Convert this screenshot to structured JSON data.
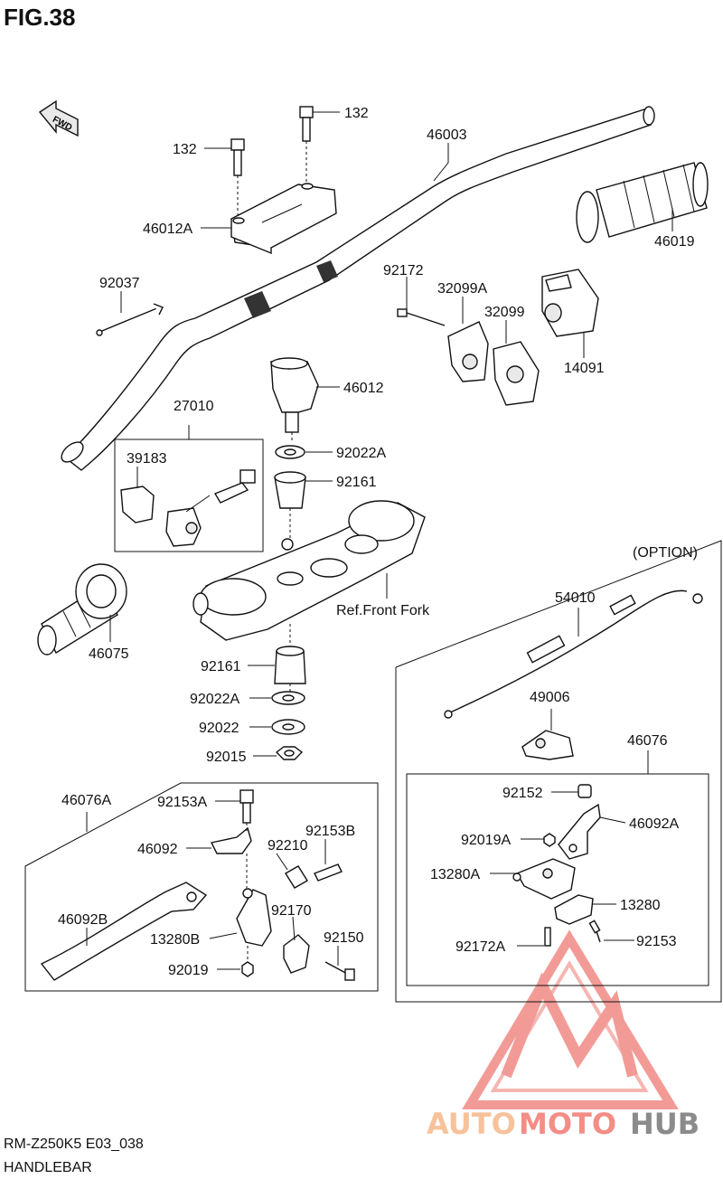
{
  "figure": {
    "title": "FIG.38"
  },
  "footer": {
    "model_code": "RM-Z250K5 E03_038",
    "section": "HANDLEBAR"
  },
  "direction": {
    "label": "FWD"
  },
  "labels": {
    "p132a": "132",
    "p132b": "132",
    "p46003": "46003",
    "p46012A": "46012A",
    "p46019": "46019",
    "p92037": "92037",
    "p92172": "92172",
    "p32099A": "32099A",
    "p32099": "32099",
    "p14091": "14091",
    "p46012": "46012",
    "p27010": "27010",
    "p39183": "39183",
    "p92022A_top": "92022A",
    "p92161_top": "92161",
    "p46075": "46075",
    "ref_front_fork": "Ref.Front Fork",
    "option": "(OPTION)",
    "p54010": "54010",
    "p92161_bot": "92161",
    "p92022A_bot": "92022A",
    "p92022": "92022",
    "p92015": "92015",
    "p49006": "49006",
    "p46076": "46076",
    "p46076A": "46076A",
    "p92153A": "92153A",
    "p92152": "92152",
    "p46092A": "46092A",
    "p92019A": "92019A",
    "p46092": "46092",
    "p92210": "92210",
    "p92153B": "92153B",
    "p13280A": "13280A",
    "p13280": "13280",
    "p92170": "92170",
    "p46092B": "46092B",
    "p92150": "92150",
    "p13280B": "13280B",
    "p92172A": "92172A",
    "p92153": "92153",
    "p92019": "92019"
  },
  "watermark": {
    "word1": "AUTO",
    "word2": "MOTO",
    "word3": "HUB",
    "color1": "#f6b88a",
    "color2": "#f27a72",
    "color3": "#777777"
  }
}
